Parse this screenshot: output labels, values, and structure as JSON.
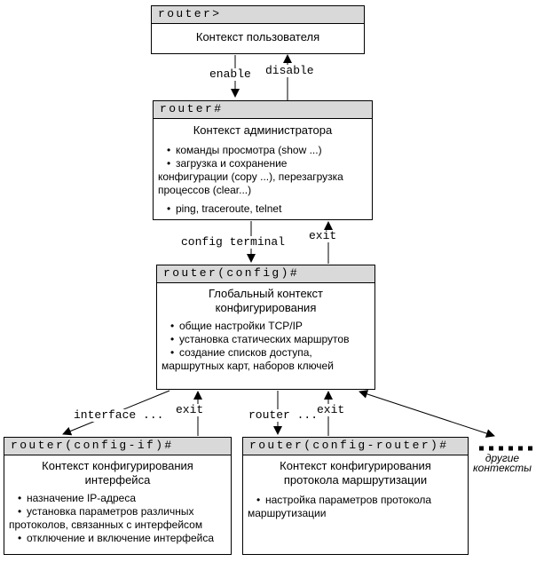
{
  "colors": {
    "header_bg": "#d9d9d9",
    "line": "#000000",
    "background": "#ffffff"
  },
  "boxes": {
    "user": {
      "prompt": "router>",
      "title": "Контекст пользователя"
    },
    "admin": {
      "prompt": "router#",
      "title": "Контекст администратора",
      "lines": [
        "команды просмотра (show ...)",
        "загрузка и сохранение",
        "конфигурации (copy ...), перезагрузка",
        "процессов (clear...)",
        "ping, traceroute, telnet"
      ]
    },
    "global": {
      "prompt": "router(config)#",
      "title": "Глобальный контекст конфигурирования",
      "lines": [
        "общие настройки TCP/IP",
        "установка статических маршрутов",
        "создание списков доступа,",
        "маршрутных карт, наборов ключей"
      ]
    },
    "interface": {
      "prompt": "router(config-if)#",
      "title": "Контекст конфигурирования интерфейса",
      "lines": [
        "назначение IP-адреса",
        "установка параметров различных",
        "протоколов, связанных с интерфейсом",
        "отключение и включение интерфейса"
      ]
    },
    "routing": {
      "prompt": "router(config-router)#",
      "title": "Контекст конфигурирования протокола маршрутизации",
      "lines": [
        "настройка параметров протокола",
        "маршрутизации"
      ]
    }
  },
  "arrows": {
    "enable": "enable",
    "disable": "disable",
    "config_terminal": "config terminal",
    "exit_admin": "exit",
    "interface_cmd": "interface ...",
    "exit_interface": "exit",
    "router_cmd": "router ...",
    "exit_router": "exit",
    "other_contexts_1": "другие",
    "other_contexts_2": "контексты"
  }
}
